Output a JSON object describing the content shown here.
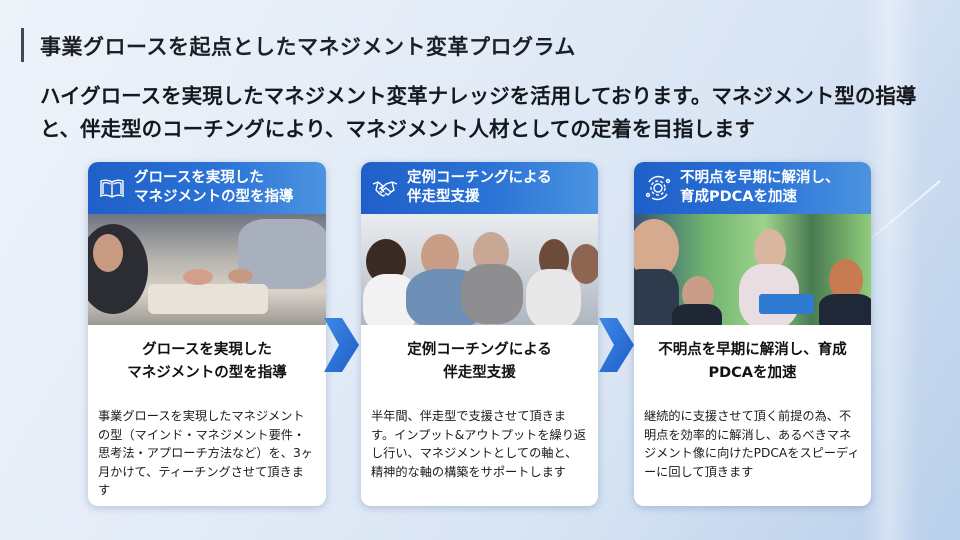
{
  "page": {
    "title": "事業グロースを起点としたマネジメント変革プログラム",
    "subtitle": "ハイグロースを実現したマネジメント変革ナレッジを活用しております。マネジメント型の指導と、伴走型のコーチングにより、マネジメント人材としての定着を目指します"
  },
  "colors": {
    "header_blue": "#1f5fc9",
    "header_blue_light": "#4c94e0",
    "arrow_blue": "#2f74d8",
    "title_bar": "#3d4a5c"
  },
  "cards": [
    {
      "icon": "open-book-icon",
      "header": "グロースを実現したマネジメントの型を指導",
      "header_line1": "グロースを実現した",
      "header_line2": "マネジメントの型を指導",
      "photo": "business-meeting-documents-photo",
      "title_line1": "グロースを実現した",
      "title_line2": "マネジメントの型を指導",
      "text": "事業グロースを実現したマネジメントの型（マインド・マネジメント要件・思考法・アプローチ方法など）を、3ヶ月かけて、ティーチングさせて頂きます"
    },
    {
      "icon": "handshake-icon",
      "header": "定例コーチングによる伴走型支援",
      "header_line1": "定例コーチングによる",
      "header_line2": "伴走型支援",
      "photo": "team-discussion-photo",
      "title_line1": "定例コーチングによる",
      "title_line2": "伴走型支援",
      "text": "半年間、伴走型で支援させて頂きます。インプット&アウトプットを繰り返し行い、マネジメントとしての軸と、精神的な軸の構築をサポートします"
    },
    {
      "icon": "gear-cycle-icon",
      "header": "不明点を早期に解消し、育成PDCAを加速",
      "header_line1": "不明点を早期に解消し、",
      "header_line2": "育成PDCAを加速",
      "photo": "smiling-professionals-photo",
      "title_line1": "不明点を早期に解消し、育成",
      "title_line2": "PDCAを加速",
      "text": "継続的に支援させて頂く前提の為、不明点を効率的に解消し、あるべきマネジメント像に向けたPDCAをスピーディーに回して頂きます"
    }
  ]
}
